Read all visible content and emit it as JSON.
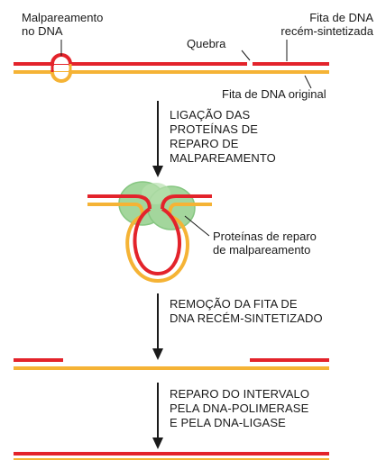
{
  "labels": {
    "mismatch": "Malpareamento\nno DNA",
    "new_strand": "Fita de DNA\nrecém-sintetizada",
    "nick": "Quebra",
    "original_strand": "Fita de DNA original",
    "repair_proteins": "Proteínas de reparo\nde malpareamento"
  },
  "steps": [
    "LIGAÇÃO DAS\nPROTEÍNAS DE\nREPARO DE\nMALPAREAMENTO",
    "REMOÇÃO DA FITA DE\nDNA RECÉM-SINTETIZADO",
    "REPARO DO INTERVALO\nPELA DNA-POLIMERASE\nE PELA DNA-LIGASE"
  ],
  "colors": {
    "new_strand": "#e3232b",
    "original_strand": "#f5b335",
    "protein_fill": "#9fd39a",
    "protein_edge": "#7fc07a",
    "arrow": "#1a1a1a"
  }
}
